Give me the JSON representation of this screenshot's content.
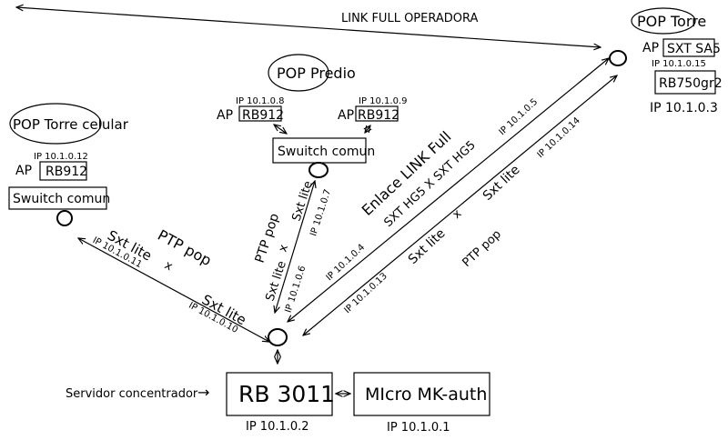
{
  "diagram": {
    "top_link": {
      "label": "LINK FULL OPERADORA"
    },
    "pop_torre": {
      "title": "POP Torre",
      "ap_prefix": "AP",
      "ap_device": "SXT SA5",
      "ap_ip": "IP 10.1.0.15",
      "router": "RB750gr2",
      "router_ip": "IP 10.1.0.3"
    },
    "pop_predio": {
      "title": "POP Predio",
      "ap1_prefix": "AP",
      "ap1_device": "RB912",
      "ap1_ip": "IP 10.1.0.8",
      "ap2_prefix": "AP",
      "ap2_device": "RB912",
      "ap2_ip": "IP 10.1.0.9",
      "switch": "Swuitch comun"
    },
    "pop_torre_celular": {
      "title": "POP Torre celular",
      "ap_prefix": "AP",
      "ap_device": "RB912",
      "ap_ip": "IP 10.1.0.12",
      "switch": "Swuitch comun"
    },
    "links": {
      "celular": {
        "title": "PTP pop",
        "x": "x",
        "end_a_device": "Sxt lite",
        "end_a_ip": "IP 10.1.0.11",
        "end_b_device": "Sxt lite",
        "end_b_ip": "IP 10.1.0.10"
      },
      "predio": {
        "title": "PTP pop",
        "x": "x",
        "end_a_device": "Sxt lite",
        "end_a_ip": "IP 10.1.0.6",
        "end_b_device": "Sxt lite",
        "end_b_ip": "IP 10.1.0.7"
      },
      "full": {
        "title": "Enlace LINK Full",
        "devices": "SXT HG5   X SXT HG5",
        "end_a_ip": "IP 10.1.0.4",
        "end_b_ip": "IP 10.1.0.5"
      },
      "torre_ptp": {
        "title": "PTP pop",
        "x": "x",
        "end_a_device": "Sxt lite",
        "end_a_ip": "IP 10.1.0.13",
        "end_b_device": "Sxt lite",
        "end_b_ip": "IP 10.1.0.14"
      }
    },
    "concentrator": {
      "label": "Servidor concentrador",
      "arrow": "→",
      "router": "RB 3011",
      "router_ip": "IP 10.1.0.2",
      "auth": "MIcro MK-auth",
      "auth_ip": "IP 10.1.0.1"
    }
  }
}
